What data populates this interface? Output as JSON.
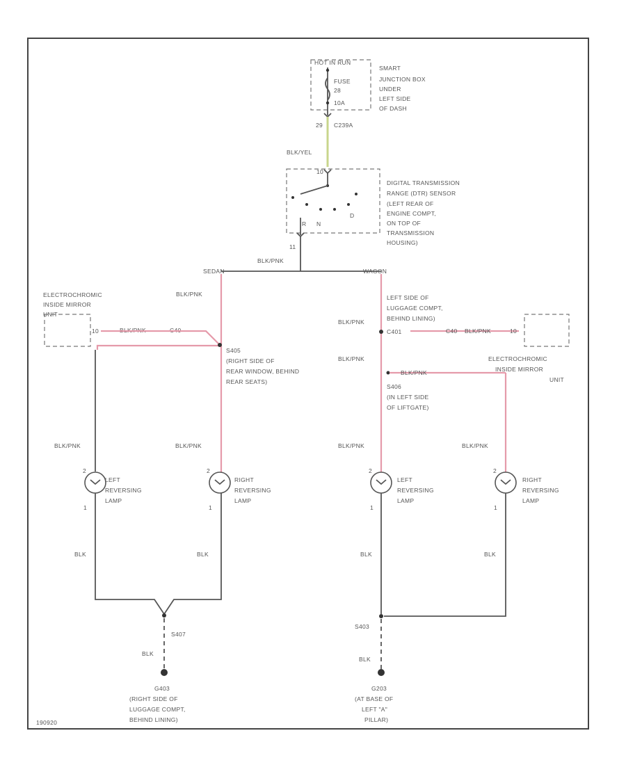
{
  "fuse_box": {
    "header": "HOT IN RUN",
    "fuse_label": "FUSE",
    "fuse_number": "28",
    "fuse_amps": "10A",
    "desc": [
      "SMART",
      "JUNCTION BOX",
      "UNDER",
      "LEFT SIDE",
      "OF DASH"
    ]
  },
  "fuse_out": {
    "pin": "29",
    "connector": "C239A"
  },
  "wire_top": "BLK/YEL",
  "range_sensor": {
    "desc": [
      "DIGITAL TRANSMISSION",
      "RANGE (DTR) SENSOR",
      "(LEFT REAR OF",
      "ENGINE COMPT,",
      "ON TOP OF",
      "TRANSMISSION",
      "HOUSING)"
    ],
    "pin_top": "10",
    "pin_bottom": "11",
    "contacts": [
      "R",
      "N",
      "D"
    ]
  },
  "wire_main": "BLK/PNK",
  "branch_left": "SEDAN",
  "branch_right": "WAGON",
  "left": {
    "wire_upper": "BLK/PNK",
    "mirror_desc": [
      "ELECTROCHROMIC",
      "INSIDE MIRROR",
      "UNIT"
    ],
    "mirror_pin": "10",
    "mirror_wire": "BLK/PNK",
    "mirror_connector": "C40",
    "splice": "S405",
    "splice_desc": [
      "(RIGHT SIDE OF",
      "REAR WINDOW, BEHIND",
      "REAR SEATS)"
    ],
    "lamp_wire_1": "BLK/PNK",
    "lamp_wire_2": "BLK/PNK",
    "lamp_1": [
      "LEFT",
      "REVERSING",
      "LAMP"
    ],
    "lamp_2": [
      "RIGHT",
      "REVERSING",
      "LAMP"
    ],
    "lamp_pin_top": "2",
    "lamp_pin_bottom": "1",
    "ground_wire_1": "BLK",
    "ground_wire_2": "BLK",
    "ground_splice": "S407",
    "ground_wire": "BLK",
    "ground": "G403",
    "ground_desc": [
      "(RIGHT SIDE OF",
      "LUGGAGE COMPT,",
      "BEHIND LINING)"
    ]
  },
  "right": {
    "wire_upper": "BLK/PNK",
    "splice_top_desc": [
      "LEFT SIDE OF",
      "LUGGAGE COMPT,",
      "BEHIND LINING)"
    ],
    "splice_top": "C401",
    "mirror_connector": "C40",
    "mirror_pin": "10",
    "mirror_wire": "BLK/PNK",
    "wire_mid": "BLK/PNK",
    "mirror_desc": [
      "ELECTROCHROMIC",
      "INSIDE MIRROR",
      "UNIT"
    ],
    "splice": "S406",
    "splice_wire": "BLK/PNK",
    "splice_desc": [
      "(IN LEFT SIDE",
      "OF LIFTGATE)"
    ],
    "lamp_wire_1": "BLK/PNK",
    "lamp_wire_2": "BLK/PNK",
    "lamp_1": [
      "LEFT",
      "REVERSING",
      "LAMP"
    ],
    "lamp_2": [
      "RIGHT",
      "REVERSING",
      "LAMP"
    ],
    "lamp_pin_top": "2",
    "lamp_pin_bottom": "1",
    "ground_wire_1": "BLK",
    "ground_wire_2": "BLK",
    "ground_splice": "S403",
    "ground_wire": "BLK",
    "ground": "G203",
    "ground_desc": [
      "(AT BASE OF",
      "LEFT \"A\"",
      "PILLAR)"
    ]
  },
  "footer_code": "190920"
}
